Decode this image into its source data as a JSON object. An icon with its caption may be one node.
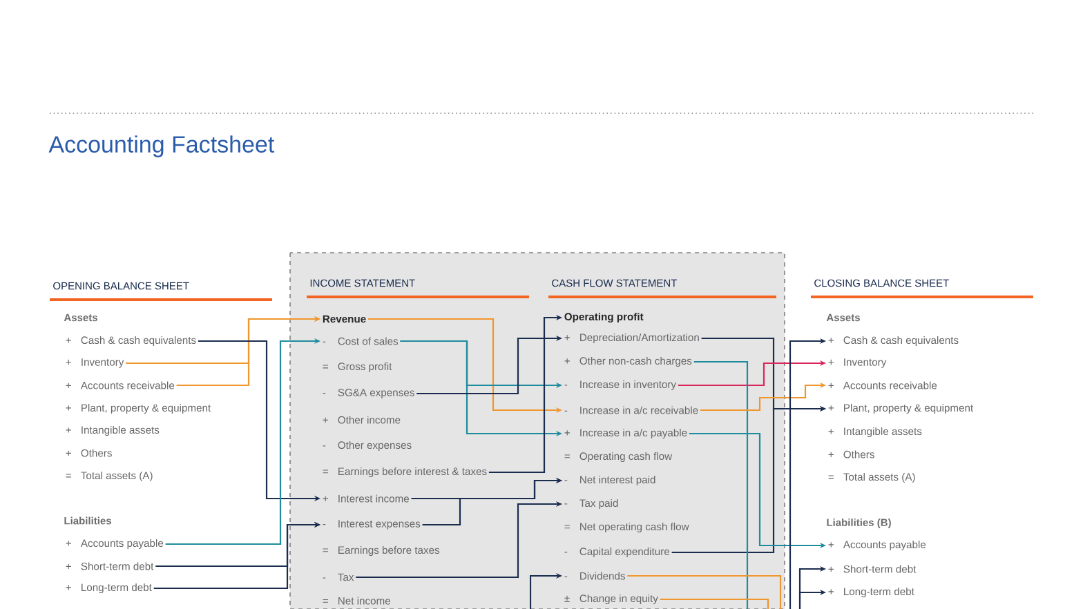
{
  "diagram": {
    "title": "Accounting Factsheet",
    "nodes": [
      {
        "text": [
          "Cash & cash equivalents"
        ],
        "beside": [
          "+"
        ]
      },
      {
        "text": [
          "Inventory"
        ],
        "beside": [
          "+"
        ]
      },
      {
        "text": [
          "Accounts receivable"
        ],
        "beside": [
          "+"
        ]
      },
      {
        "text": [
          "Plant, property & equipment"
        ],
        "beside": [
          "+"
        ]
      },
      {
        "text": [
          "Intangible assets"
        ],
        "beside": [
          "+"
        ]
      },
      {
        "text": [
          "Others"
        ],
        "beside": [
          "+"
        ]
      },
      {
        "text": [
          "Total assets (A)"
        ],
        "beside": [
          "="
        ]
      },
      {
        "text": [
          "Accounts payable"
        ],
        "beside": [
          "+"
        ]
      },
      {
        "text": [
          "Short-term debt"
        ],
        "beside": [
          "+"
        ]
      },
      {
        "text": [
          "Long-term debt"
        ],
        "beside": [
          "+"
        ]
      },
      {
        "text": [
          "Revenue"
        ]
      },
      {
        "text": [
          "Cost of sales"
        ],
        "beside": [
          "-"
        ]
      },
      {
        "text": [
          "Gross profit"
        ],
        "beside": [
          "="
        ]
      },
      {
        "text": [
          "SG&A expenses"
        ],
        "beside": [
          "-"
        ]
      },
      {
        "text": [
          "Other income"
        ],
        "beside": [
          "+"
        ]
      },
      {
        "text": [
          "Other expenses"
        ],
        "beside": [
          "-"
        ]
      },
      {
        "text": [
          "Earnings before interest & taxes"
        ],
        "beside": [
          "="
        ]
      },
      {
        "text": [
          "Interest income"
        ],
        "beside": [
          "+"
        ]
      },
      {
        "text": [
          "Interest expenses"
        ],
        "beside": [
          "-"
        ]
      },
      {
        "text": [
          "Earnings before taxes"
        ],
        "beside": [
          "="
        ]
      },
      {
        "text": [
          "Tax"
        ],
        "beside": [
          "-"
        ]
      },
      {
        "text": [
          "Net income"
        ],
        "beside": [
          "="
        ]
      },
      {
        "text": [
          "Operating profit"
        ]
      },
      {
        "text": [
          "Depreciation/Amortization"
        ],
        "beside": [
          "+"
        ]
      },
      {
        "text": [
          "Other non-cash charges"
        ],
        "beside": [
          "+"
        ]
      },
      {
        "text": [
          "Increase in inventory"
        ],
        "beside": [
          "-"
        ]
      },
      {
        "text": [
          "Increase in a/c receivable"
        ],
        "beside": [
          "-"
        ]
      },
      {
        "text": [
          "Increase in a/c payable"
        ],
        "beside": [
          "+"
        ]
      },
      {
        "text": [
          "Operating cash flow"
        ],
        "beside": [
          "="
        ]
      },
      {
        "text": [
          "Net interest paid"
        ],
        "beside": [
          "-"
        ]
      },
      {
        "text": [
          "Tax paid"
        ],
        "beside": [
          "-"
        ]
      },
      {
        "text": [
          "Net operating cash flow"
        ],
        "beside": [
          "="
        ]
      },
      {
        "text": [
          "Capital expenditure"
        ],
        "beside": [
          "-"
        ]
      },
      {
        "text": [
          "Dividends"
        ],
        "beside": [
          "-"
        ]
      },
      {
        "text": [
          "Change in equity"
        ],
        "beside": [
          "±"
        ]
      },
      {
        "text": [
          "Cash & cash equivalents"
        ],
        "beside": [
          "+"
        ]
      },
      {
        "text": [
          "Inventory"
        ],
        "beside": [
          "+"
        ]
      },
      {
        "text": [
          "Accounts receivable"
        ],
        "beside": [
          "+"
        ]
      },
      {
        "text": [
          "Plant, property & equipment"
        ],
        "beside": [
          "+"
        ]
      },
      {
        "text": [
          "Intangible assets"
        ],
        "beside": [
          "+"
        ]
      },
      {
        "text": [
          "Others"
        ],
        "beside": [
          "+"
        ]
      },
      {
        "text": [
          "Total assets (A)"
        ],
        "beside": [
          "="
        ]
      },
      {
        "text": [
          "Accounts payable"
        ],
        "beside": [
          "+"
        ]
      },
      {
        "text": [
          "Short-term debt"
        ],
        "beside": [
          "+"
        ]
      },
      {
        "text": [
          "Long-term debt"
        ],
        "beside": [
          "+"
        ]
      }
    ],
    "edges": [
      {
        "from": 1,
        "to": 10,
        "arrow": "to",
        "color": "#f0962e"
      },
      {
        "from": 2,
        "to": 10,
        "arrow": "to",
        "color": "#f0962e"
      },
      {
        "from": 0,
        "to": 17,
        "arrow": "to"
      },
      {
        "from": 7,
        "to": 11,
        "arrow": "to",
        "color": "#1e8c9e"
      },
      {
        "from": 8,
        "to": 18,
        "arrow": "to"
      },
      {
        "from": 9,
        "to": 18,
        "arrow": "to"
      },
      {
        "from": 10,
        "to": 26,
        "arrow": "to",
        "color": "#f0962e"
      },
      {
        "from": 11,
        "to": 25,
        "arrow": "to",
        "color": "#1e8c9e"
      },
      {
        "from": 11,
        "to": 27,
        "arrow": "to",
        "color": "#1e8c9e"
      },
      {
        "from": 13,
        "to": 23,
        "arrow": "to"
      },
      {
        "from": 16,
        "to": 22,
        "arrow": "to"
      },
      {
        "from": 17,
        "to": 29,
        "arrow": "to"
      },
      {
        "from": 18,
        "to": 29,
        "arrow": "to"
      },
      {
        "from": 20,
        "to": 30,
        "arrow": "to"
      },
      {
        "from": null,
        "to": 33,
        "arrow": "to"
      },
      {
        "from": 23,
        "to": 38,
        "arrow": "to"
      },
      {
        "from": 32,
        "to": 38,
        "arrow": "to"
      },
      {
        "from": 25,
        "to": 36,
        "arrow": "to",
        "color": "#d9265b"
      },
      {
        "from": 24,
        "to": null,
        "arrow": "none",
        "color": "#1e8c9e"
      },
      {
        "from": 26,
        "to": 37,
        "arrow": "to",
        "color": "#f0962e"
      },
      {
        "from": 27,
        "to": 42,
        "arrow": "to",
        "color": "#1e8c9e"
      },
      {
        "from": null,
        "to": 35,
        "arrow": "to"
      },
      {
        "from": null,
        "to": 43,
        "arrow": "to"
      },
      {
        "from": null,
        "to": 44,
        "arrow": "to"
      },
      {
        "from": 33,
        "to": null,
        "arrow": "none",
        "color": "#f0962e"
      },
      {
        "from": 34,
        "to": null,
        "arrow": "none",
        "color": "#f0962e"
      }
    ],
    "labels": [
      "OPENING BALANCE SHEET",
      "Assets",
      "Liabilities",
      "INCOME STATEMENT",
      "CASH FLOW STATEMENT",
      "CLOSING BALANCE SHEET",
      "Assets",
      "Liabilities (B)"
    ]
  }
}
